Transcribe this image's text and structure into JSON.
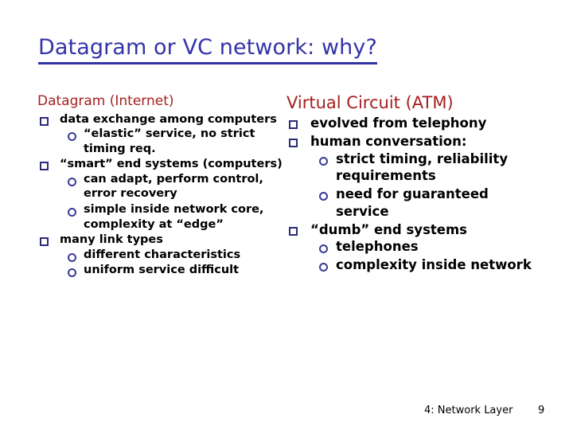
{
  "slide": {
    "title": "Datagram or VC network: why?",
    "title_color": "#3333a8",
    "heading_color": "#a52020",
    "body_color": "#000000",
    "background": "#ffffff",
    "bullet_square_color": "#2b2b7a",
    "bullet_circle_color": "#3a3a96"
  },
  "left_column": {
    "heading": "Datagram (Internet)",
    "items": [
      {
        "text": "data exchange among computers",
        "sub": [
          "“elastic” service, no strict timing req."
        ]
      },
      {
        "text": "“smart” end systems (computers)",
        "sub": [
          "can adapt, perform control, error recovery",
          "simple inside network core, complexity at “edge”"
        ]
      },
      {
        "text": "many link types",
        "sub": [
          "different characteristics",
          "uniform service difficult"
        ]
      }
    ]
  },
  "right_column": {
    "heading": "Virtual Circuit (ATM)",
    "items": [
      {
        "text": "evolved from telephony",
        "sub": []
      },
      {
        "text": "human conversation:",
        "sub": [
          "strict timing, reliability requirements",
          "need for guaranteed service"
        ]
      },
      {
        "text": "“dumb” end systems",
        "sub": [
          "telephones",
          "complexity inside network"
        ]
      }
    ]
  },
  "footer": {
    "label": "4: Network Layer",
    "page": "9"
  }
}
